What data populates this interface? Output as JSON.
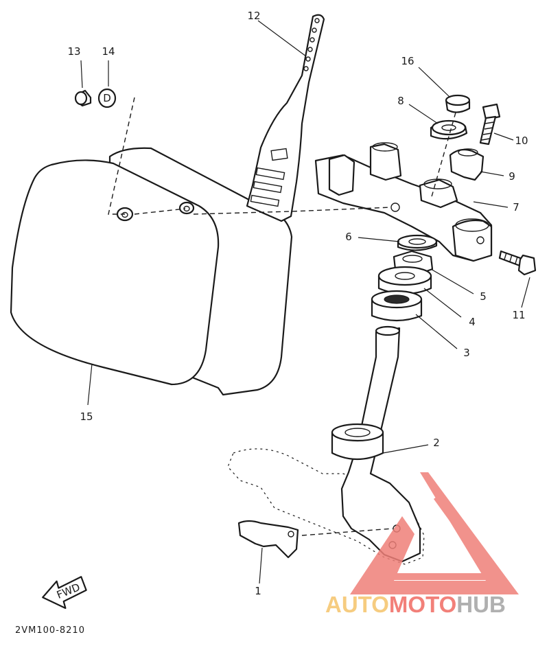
{
  "diagram": {
    "part_labels": [
      {
        "id": "p1",
        "label": "1"
      },
      {
        "id": "p2",
        "label": "2"
      },
      {
        "id": "p3",
        "label": "3"
      },
      {
        "id": "p4",
        "label": "4"
      },
      {
        "id": "p5",
        "label": "5"
      },
      {
        "id": "p6",
        "label": "6"
      },
      {
        "id": "p7",
        "label": "7"
      },
      {
        "id": "p8",
        "label": "8"
      },
      {
        "id": "p9",
        "label": "9"
      },
      {
        "id": "p10",
        "label": "10"
      },
      {
        "id": "p11",
        "label": "11"
      },
      {
        "id": "p12",
        "label": "12"
      },
      {
        "id": "p13",
        "label": "13"
      },
      {
        "id": "p14",
        "label": "14"
      },
      {
        "id": "p15",
        "label": "15"
      },
      {
        "id": "p16",
        "label": "16"
      }
    ],
    "washer_mark": "D",
    "fwd_label": "FWD",
    "diagram_code": "2VM100-8210"
  },
  "watermark": {
    "word_auto": "AUTO",
    "word_moto": "MOTO",
    "word_hub": "HUB",
    "colors": {
      "auto": "#f5c46a",
      "moto": "#f06b62",
      "hub": "#a3a3a3",
      "triangle": "#ef7f78"
    }
  }
}
